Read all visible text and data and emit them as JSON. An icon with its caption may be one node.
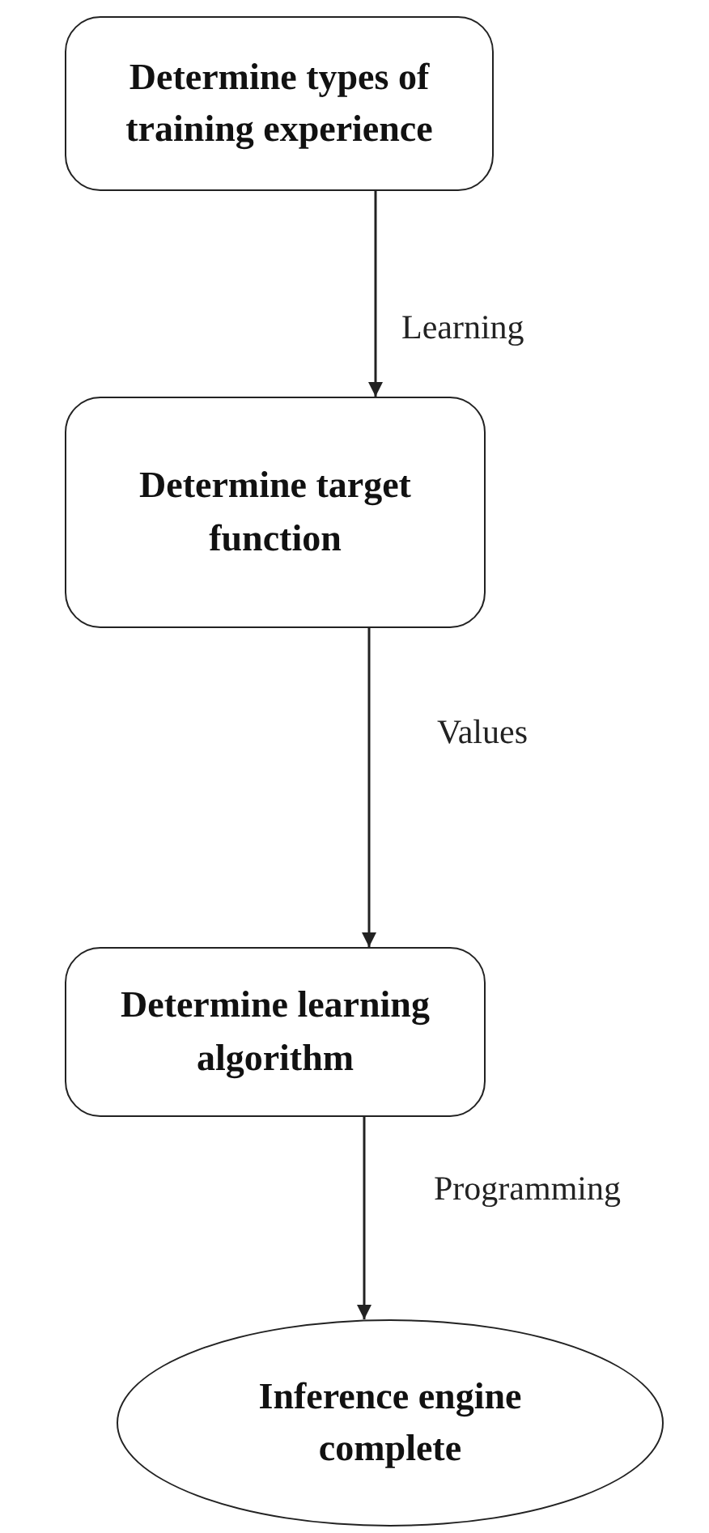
{
  "diagram": {
    "nodes": [
      {
        "text": [
          "Determine types of training experience"
        ]
      },
      {
        "text": [
          "Determine target function"
        ]
      },
      {
        "text": [
          "Determine learning algorithm"
        ]
      },
      {
        "text": [
          "Inference engine complete"
        ]
      }
    ],
    "edges": [
      {
        "from": 0,
        "to": 1,
        "arrow": "to",
        "label": "Learning"
      },
      {
        "from": 1,
        "to": 2,
        "arrow": "to",
        "label": "Values"
      },
      {
        "from": 2,
        "to": 3,
        "arrow": "to",
        "label": "Programming"
      }
    ]
  }
}
